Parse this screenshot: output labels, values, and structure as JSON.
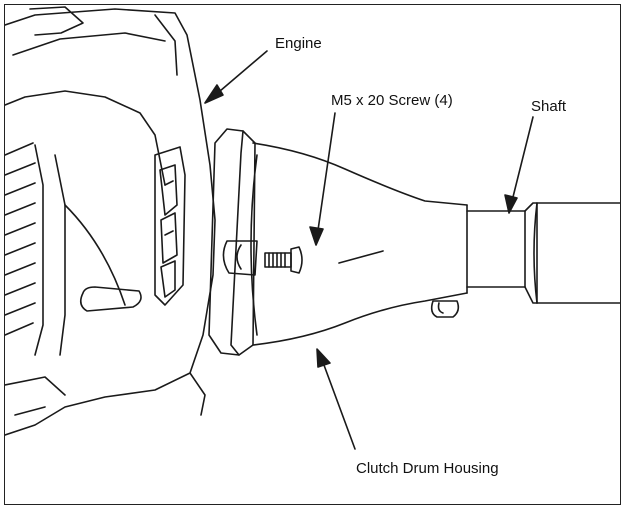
{
  "labels": {
    "engine": "Engine",
    "screw": "M5 x 20 Screw (4)",
    "shaft": "Shaft",
    "clutch": "Clutch Drum Housing"
  },
  "colors": {
    "line": "#1a1a1a",
    "background": "#ffffff"
  }
}
